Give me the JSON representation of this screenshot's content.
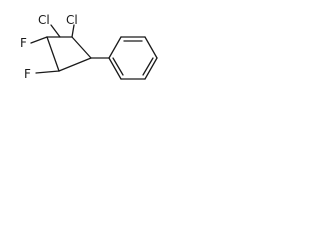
{
  "molecule": {
    "atoms": {
      "cl_left": "Cl",
      "cl_right": "Cl",
      "f_top": "F",
      "f_bottom": "F"
    }
  }
}
